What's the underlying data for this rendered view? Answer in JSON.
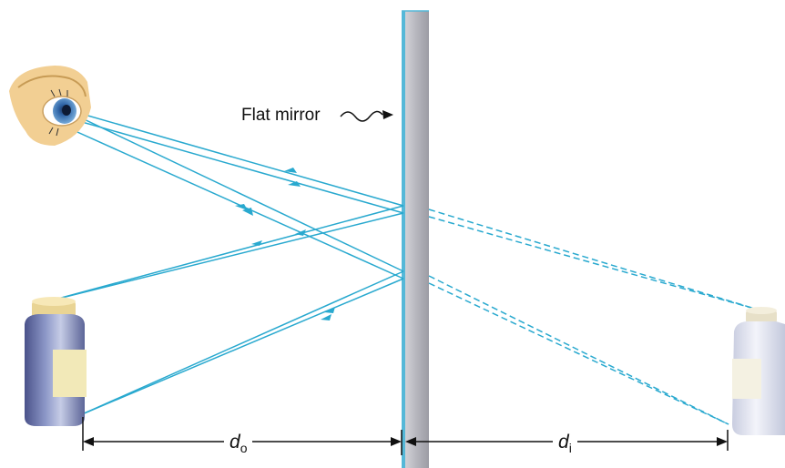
{
  "labels": {
    "mirror": "Flat mirror",
    "object_distance_symbol": "d",
    "object_distance_sub": "o",
    "image_distance_symbol": "d",
    "image_distance_sub": "i"
  },
  "colors": {
    "ray": "#29a9cf",
    "mirror_face": "#55b8d8",
    "mirror_body": "#b3b3bb",
    "bottle_body": "#7b86b8",
    "bottle_cap": "#f3dfa2",
    "bottle_label": "#f2e9b8",
    "image_bottle": "#dfe2ef",
    "skin": "#f2cf93",
    "iris": "#3a6fb0"
  },
  "icons": [
    "eye-icon",
    "bottle-object",
    "bottle-image",
    "flat-mirror"
  ]
}
